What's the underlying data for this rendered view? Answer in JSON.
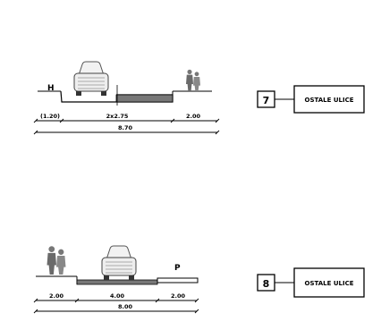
{
  "sections": [
    {
      "number": "7",
      "street_type": "OSTALE ULICE",
      "side_label": "H",
      "dimensions": [
        "(1.20)",
        "2x2.75",
        "2.00"
      ],
      "total_width": "8.70"
    },
    {
      "number": "8",
      "street_type": "OSTALE ULICE",
      "side_label": "P",
      "dimensions": [
        "2.00",
        "4.00",
        "2.00"
      ],
      "total_width": "8.00"
    }
  ]
}
